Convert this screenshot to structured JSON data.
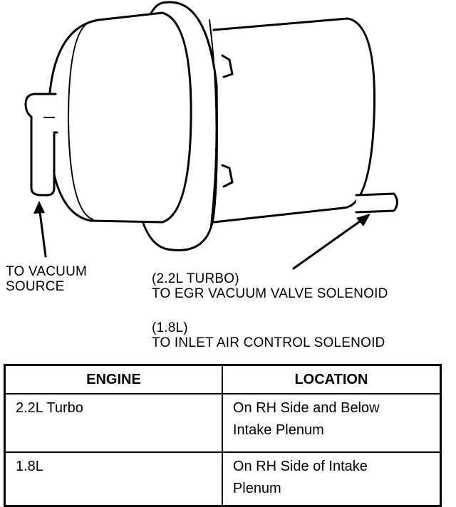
{
  "callouts": {
    "vacuum_line1": "TO VACUUM",
    "vacuum_line2": "SOURCE",
    "turbo_line1": "(2.2L TURBO)",
    "turbo_line2": "TO EGR VACUUM VALVE SOLENOID",
    "l18_line1": "(1.8L)",
    "l18_line2": "TO INLET AIR CONTROL SOLENOID"
  },
  "table": {
    "headers": [
      "ENGINE",
      "LOCATION"
    ],
    "rows": [
      {
        "engine": "2.2L Turbo",
        "location_line1": "On RH Side and Below",
        "location_line2": "Intake Plenum"
      },
      {
        "engine": "1.8L",
        "location_line1": "On RH Side of Intake",
        "location_line2": "Plenum"
      }
    ]
  }
}
